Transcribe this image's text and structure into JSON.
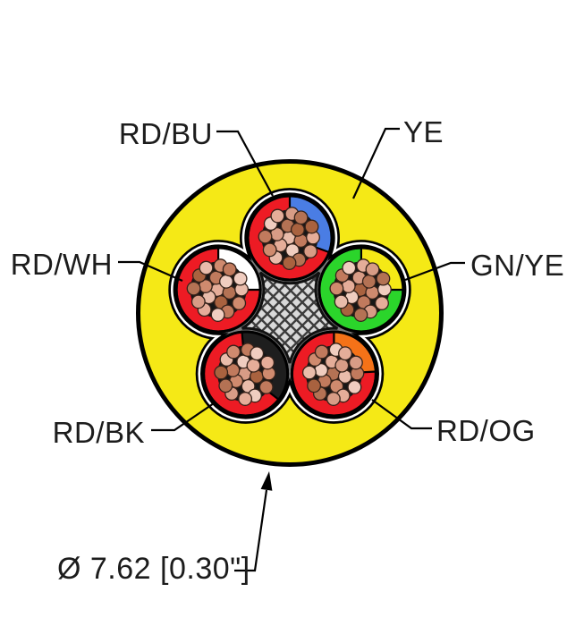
{
  "diagram": {
    "type": "cable-cross-section",
    "jacket_label": "YE",
    "dimension_label": "Ø 7.62 [0.30\"]",
    "conductors": [
      {
        "id": "rd-bu",
        "label": "RD/BU",
        "base_color": "#ed1b24",
        "stripe_color": "#4a7de4",
        "position_angle_deg": -90,
        "stripe_from_deg": -90,
        "stripe_to_deg": 20
      },
      {
        "id": "gn-ye",
        "label": "GN/YE",
        "base_color": "#2bd52b",
        "stripe_color": "#f5e916",
        "position_angle_deg": -18,
        "stripe_from_deg": -90,
        "stripe_to_deg": 0
      },
      {
        "id": "rd-og",
        "label": "RD/OG",
        "base_color": "#ed1b24",
        "stripe_color": "#f57218",
        "position_angle_deg": 54,
        "stripe_from_deg": -90,
        "stripe_to_deg": -3
      },
      {
        "id": "rd-bk",
        "label": "RD/BK",
        "base_color": "#ed1b24",
        "stripe_color": "#1e1e1e",
        "position_angle_deg": 126,
        "stripe_from_deg": -95,
        "stripe_to_deg": 38
      },
      {
        "id": "rd-wh",
        "label": "RD/WH",
        "base_color": "#ed1b24",
        "stripe_color": "#ffffff",
        "position_angle_deg": 198,
        "stripe_from_deg": -90,
        "stripe_to_deg": 0
      }
    ],
    "colors": {
      "jacket_yellow": "#f5e916",
      "outline_black": "#000000",
      "shield_gray": "#7b7b7b",
      "filler_gray": "#d9d9d9",
      "hatch_dark": "#3c3c3c",
      "strand_backdrop": "#161616",
      "tape_white": "#ffffff",
      "strand_outline": "#35221a",
      "leader_black": "#000000"
    },
    "strand_palette": [
      "#e9bcab",
      "#d89c86",
      "#c17a5d",
      "#a9623f",
      "#e5ad99",
      "#cf8a6e",
      "#b47254",
      "#f0cdc0"
    ]
  }
}
